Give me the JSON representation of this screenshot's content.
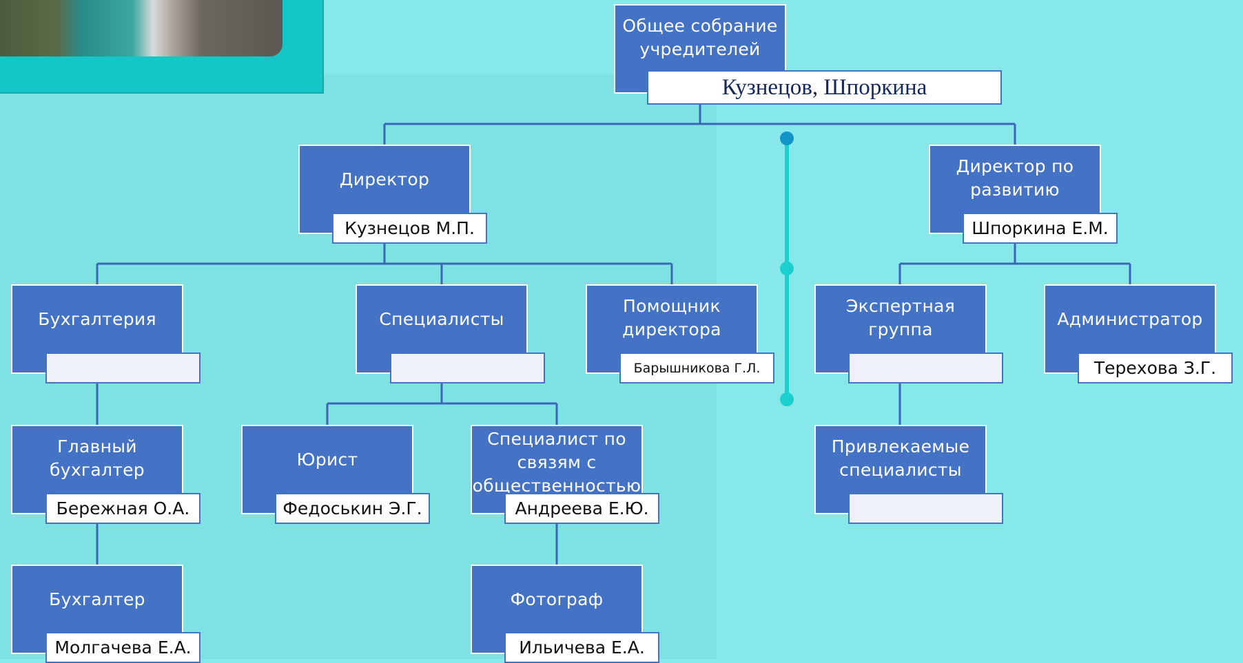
{
  "nodes": {
    "founders": {
      "title": "Общее собрание учредителей",
      "name": "Кузнецов, Шпоркина"
    },
    "director": {
      "title": "Директор",
      "name": "Кузнецов М.П."
    },
    "dev_director": {
      "title": "Директор по развитию",
      "name": "Шпоркина Е.М."
    },
    "accounting": {
      "title": "Бухгалтерия",
      "name": ""
    },
    "specialists": {
      "title": "Специалисты",
      "name": ""
    },
    "assistant": {
      "title": "Помощник директора",
      "name": "Барышникова Г.Л."
    },
    "expert_group": {
      "title": "Экспертная группа",
      "name": ""
    },
    "administrator": {
      "title": "Администратор",
      "name": "Терехова З.Г."
    },
    "chief_accountant": {
      "title": "Главный бухгалтер",
      "name": "Бережная О.А."
    },
    "lawyer": {
      "title": "Юрист",
      "name": "Федоськин Э.Г."
    },
    "pr_specialist": {
      "title": "Специалист по связям с общественностью",
      "name": "Андреева Е.Ю."
    },
    "hired_specialists": {
      "title": "Привлекаемые специалисты",
      "name": ""
    },
    "accountant": {
      "title": "Бухгалтер",
      "name": "Молгачева Е.А."
    },
    "photographer": {
      "title": "Фотограф",
      "name": "Ильичева Е.А."
    }
  },
  "colors": {
    "background": "#86e8e8",
    "box_fill": "#4472c4",
    "connector": "#3a66b8",
    "timeline": "#1ccfcf",
    "timeline_dot_dark": "#1296c8"
  }
}
